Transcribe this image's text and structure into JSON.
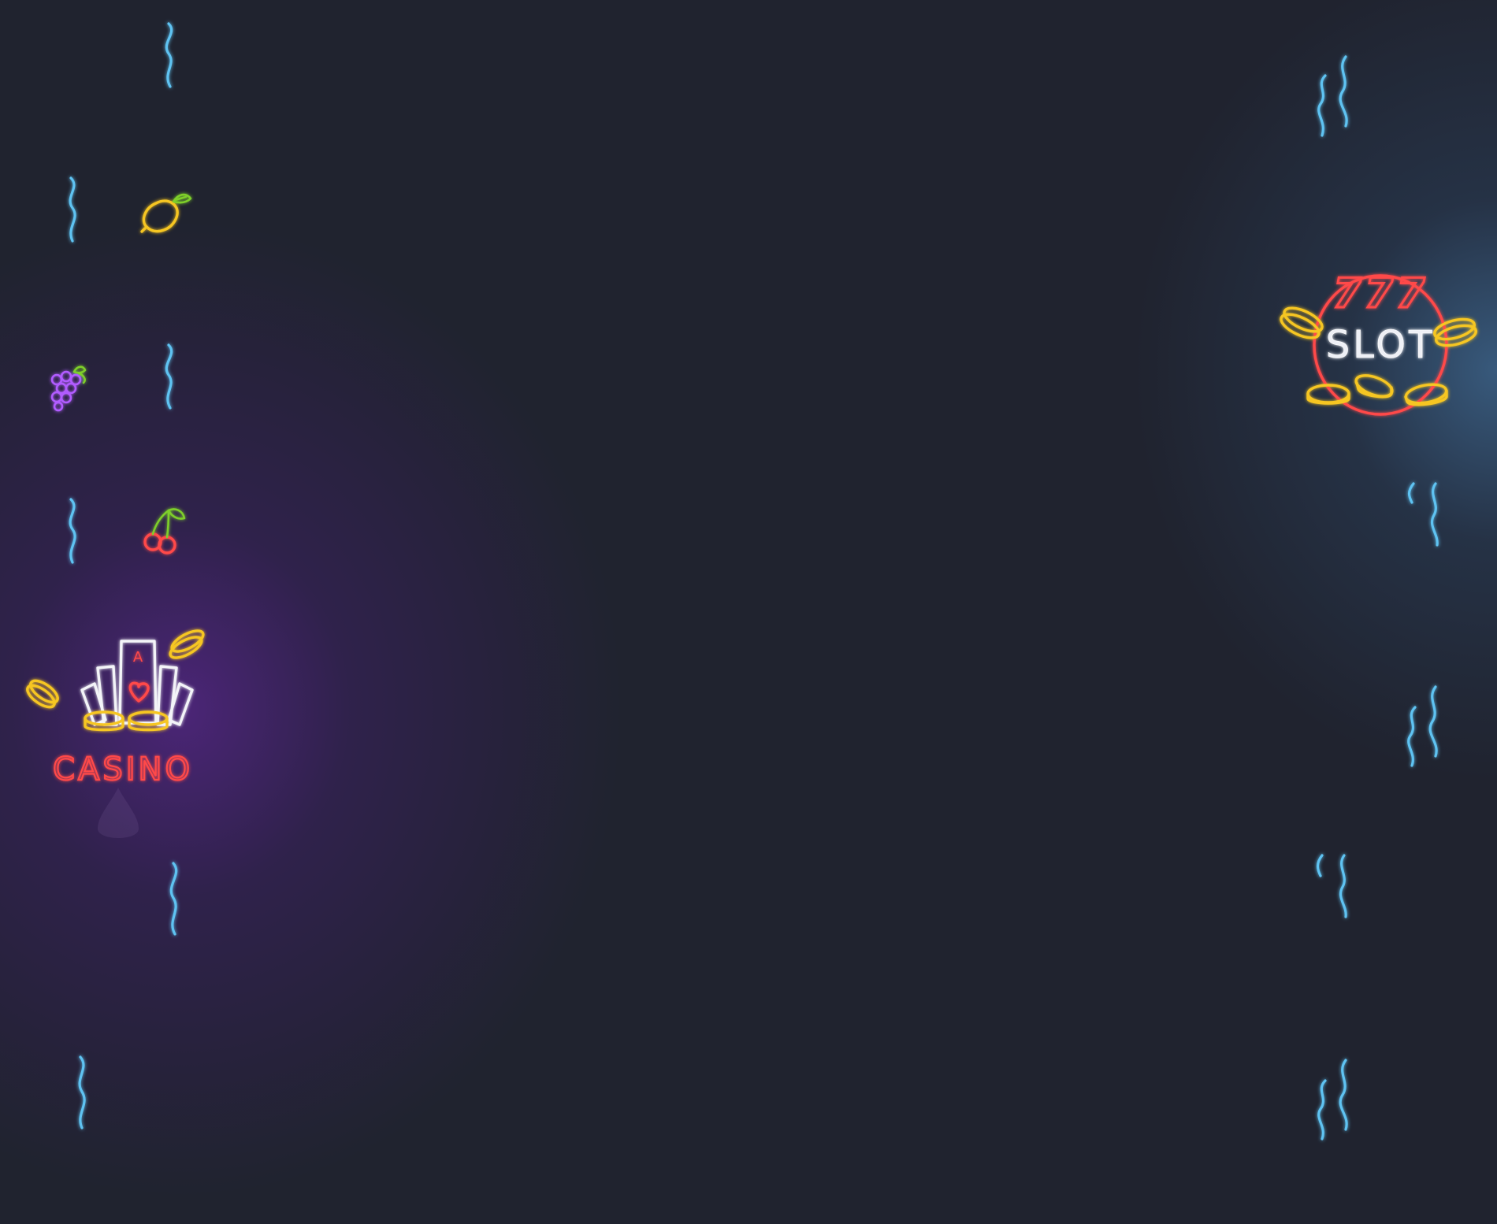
{
  "signs": {
    "casino_label": "CASINO",
    "casino_card_rank": "A",
    "slot_label": "SLOT",
    "slot_number": "777"
  },
  "icons": {
    "lemon": "lemon-icon",
    "grapes": "grapes-icon",
    "cherries": "cherries-icon",
    "squiggle": "squiggle-icon"
  },
  "colors": {
    "background": "#20232f",
    "neon_blue": "#5fc3f2",
    "neon_yellow": "#f6c623",
    "neon_red": "#ff4a4a",
    "neon_white": "#f3f4f8",
    "neon_green": "#7ecf2a",
    "neon_purple": "#b15bff",
    "glow_purple": "#58268c",
    "glow_blue": "#406c96"
  }
}
